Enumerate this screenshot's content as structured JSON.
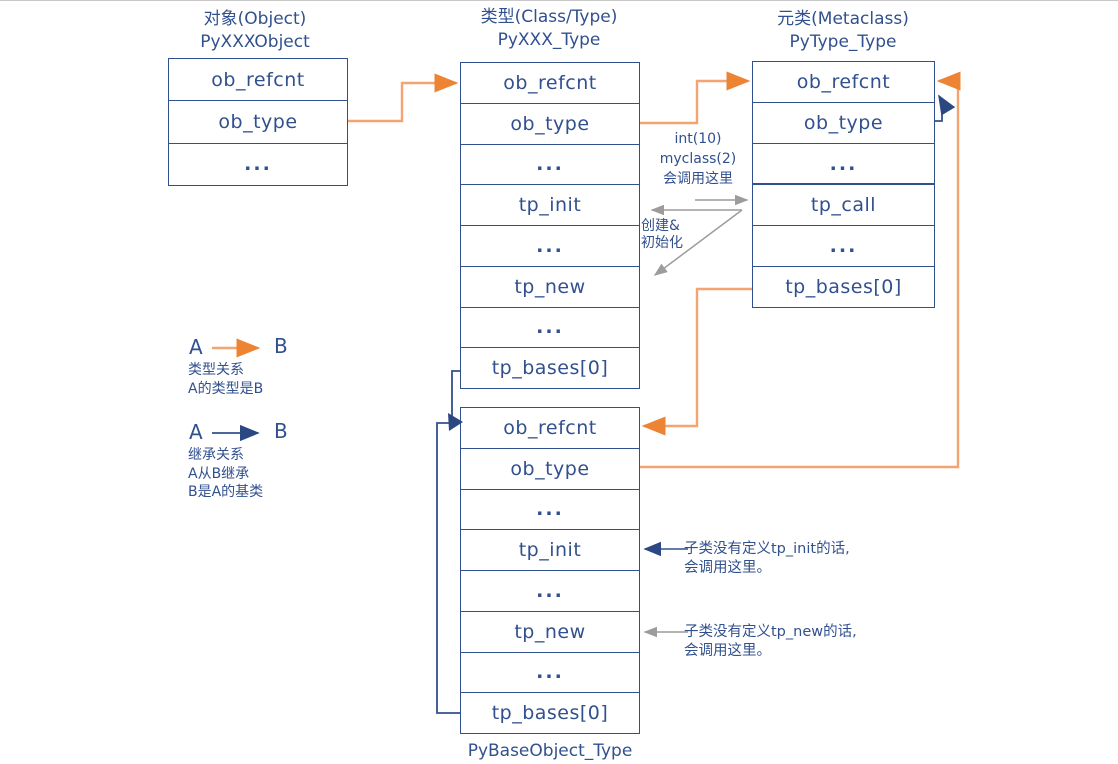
{
  "colors": {
    "navy": "#31508E",
    "orange_line": "#F4A470",
    "orange_head": "#ED8434",
    "gray": "#9C9C9C"
  },
  "columns": {
    "object": {
      "title_line1": "对象(Object)",
      "title_line2": "PyXXXObject",
      "rows": [
        "ob_refcnt",
        "ob_type",
        "..."
      ]
    },
    "class": {
      "title_line1": "类型(Class/Type)",
      "title_line2": "PyXXX_Type",
      "rows": [
        "ob_refcnt",
        "ob_type",
        "...",
        "tp_init",
        "...",
        "tp_new",
        "...",
        "tp_bases[0]"
      ]
    },
    "metaclass": {
      "title_line1": "元类(Metaclass)",
      "title_line2": "PyType_Type",
      "rows": [
        "ob_refcnt",
        "ob_type",
        "...",
        "tp_call",
        "...",
        "tp_bases[0]"
      ]
    },
    "base": {
      "caption": "PyBaseObject_Type",
      "rows": [
        "ob_refcnt",
        "ob_type",
        "...",
        "tp_init",
        "...",
        "tp_new",
        "...",
        "tp_bases[0]"
      ]
    }
  },
  "annotations": {
    "call_note": {
      "line1": "int(10)",
      "line2": "myclass(2)",
      "line3": "会调用这里"
    },
    "create_note": {
      "line1": "创建&",
      "line2": "初始化"
    },
    "init_note": {
      "line1": "子类没有定义tp_init的话,",
      "line2": "会调用这里。"
    },
    "new_note": {
      "line1": "子类没有定义tp_new的话,",
      "line2": "会调用这里。"
    }
  },
  "legend": {
    "type_relation": {
      "a": "A",
      "b": "B",
      "line1": "类型关系",
      "line2": "A的类型是B"
    },
    "inherit_relation": {
      "a": "A",
      "b": "B",
      "line1": "继承关系",
      "line2": "A从B继承",
      "line3": "B是A的基类"
    }
  }
}
